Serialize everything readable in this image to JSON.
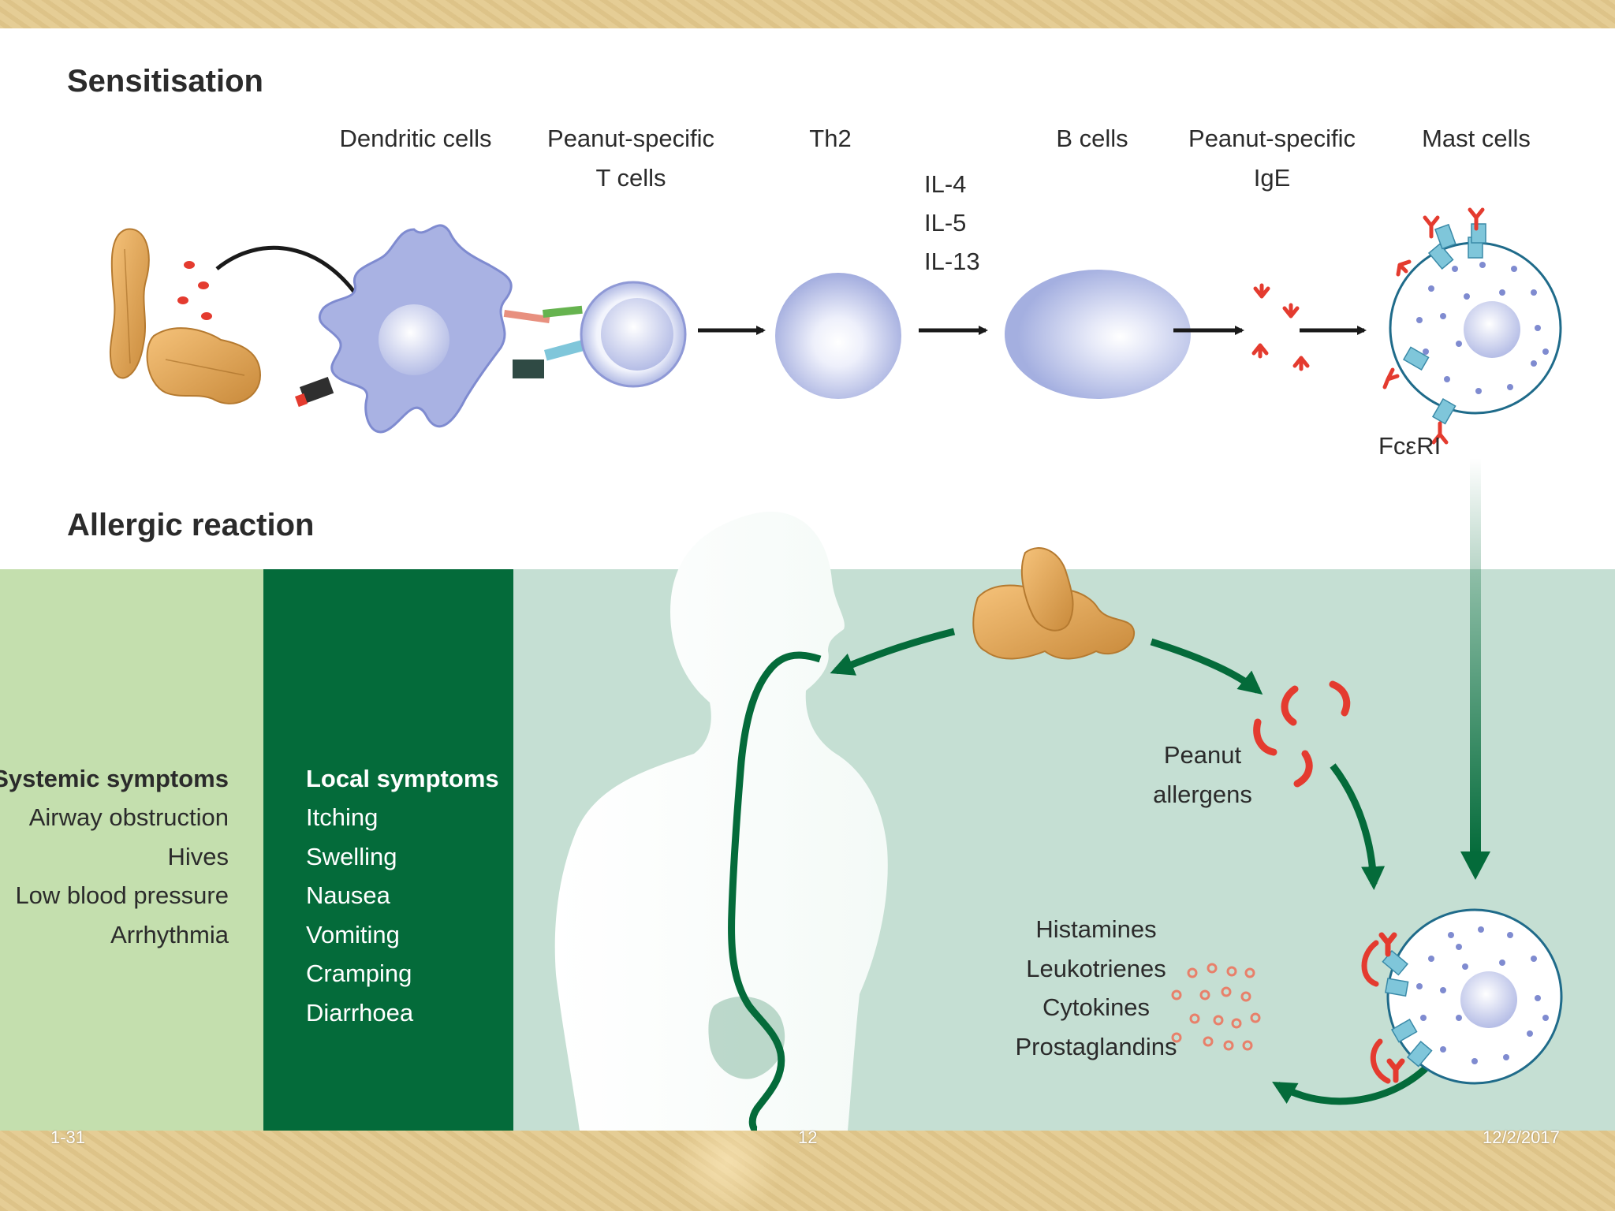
{
  "titles": {
    "sensitisation": "Sensitisation",
    "allergic_reaction": "Allergic reaction"
  },
  "cells": {
    "dendritic": "Dendritic cells",
    "t_cells_line1": "Peanut-specific",
    "t_cells_line2": "T cells",
    "th2": "Th2",
    "b_cells": "B cells",
    "ige_line1": "Peanut-specific",
    "ige_line2": "IgE",
    "mast": "Mast cells",
    "fceri": "FcεRI"
  },
  "interleukins": [
    "IL-4",
    "IL-5",
    "IL-13"
  ],
  "peanut_allergens": [
    "Peanut",
    "allergens"
  ],
  "mediators": [
    "Histamines",
    "Leukotrienes",
    "Cytokines",
    "Prostaglandins"
  ],
  "systemic": {
    "heading": "Systemic symptoms",
    "items": [
      "Airway obstruction",
      "Hives",
      "Low blood pressure",
      "Arrhythmia"
    ]
  },
  "local": {
    "heading": "Local symptoms",
    "items": [
      "Itching",
      "Swelling",
      "Nausea",
      "Vomiting",
      "Cramping",
      "Diarrhoea"
    ]
  },
  "footer": {
    "left": "1-31",
    "center": "12",
    "right": "12/2/2017"
  },
  "colors": {
    "dark_green": "#046b3a",
    "light_green_panel": "#c4dfae",
    "mint_background": "#c5dfd3",
    "cell_blue": "#a4afe0",
    "allergen_red": "#e43b2f",
    "receptor_blue": "#7fc6da"
  }
}
